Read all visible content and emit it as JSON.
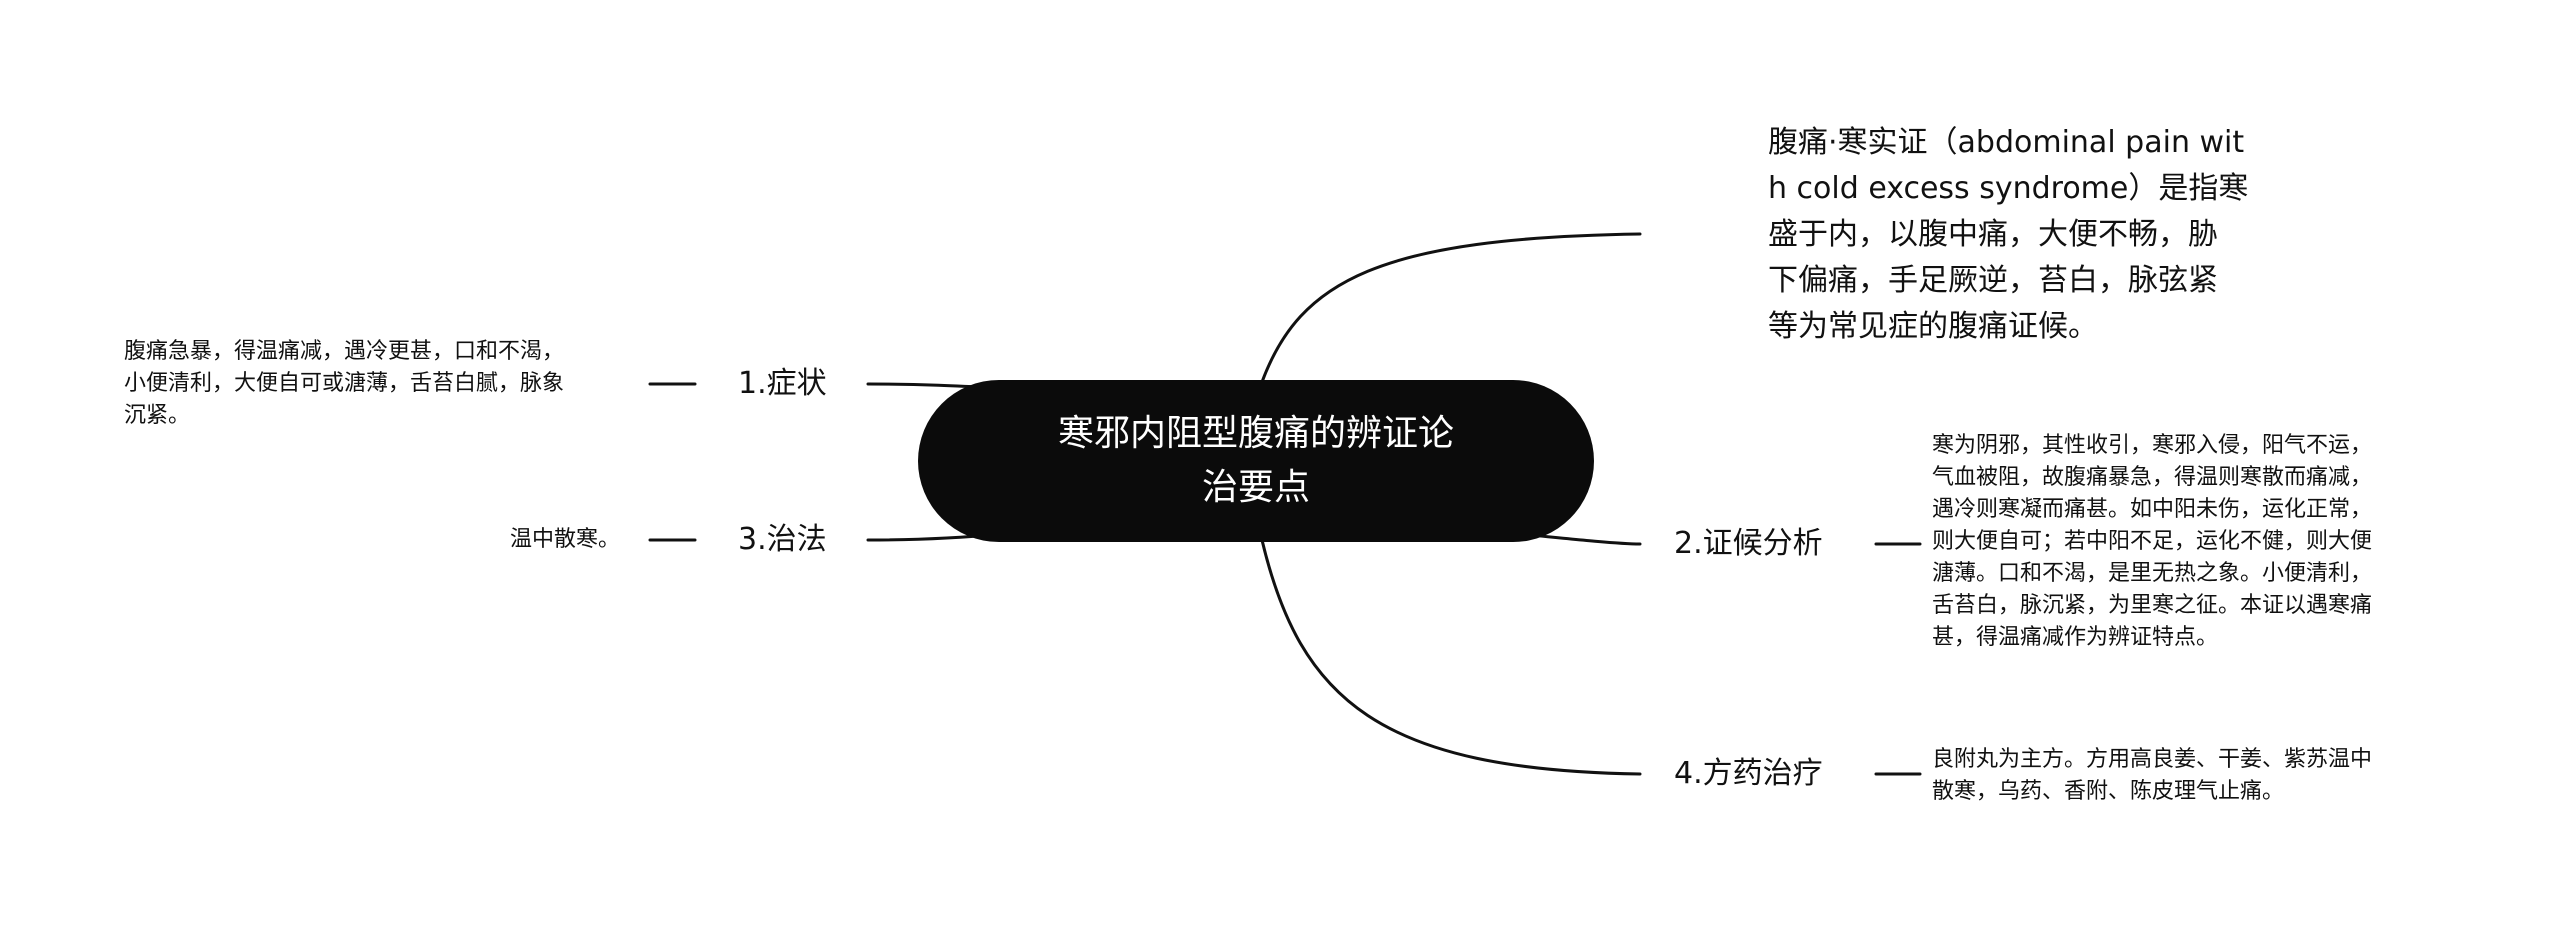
{
  "mindmap": {
    "central_topic": "寒邪内阻型腹痛的辨证论\n治要点",
    "intro_text": "腹痛·寒实证（abdominal pain wit\nh cold excess syndrome）是指寒\n盛于内，以腹中痛，大便不畅，胁\n下偏痛，手足厥逆，苔白，脉弦紧\n等为常见症的腹痛证候。",
    "branches": [
      {
        "label": "1.症状",
        "detail": "腹痛急暴，得温痛减，遇冷更甚，口和不渴，\n小便清利，大便自可或溏薄，舌苔白腻，脉象\n沉紧。"
      },
      {
        "label": "2.证候分析",
        "detail": "寒为阴邪，其性收引，寒邪入侵，阳气不运，\n气血被阻，故腹痛暴急，得温则寒散而痛减，\n遇冷则寒凝而痛甚。如中阳未伤，运化正常，\n则大便自可；若中阳不足，运化不健，则大便\n溏薄。口和不渴，是里无热之象。小便清利，\n舌苔白，脉沉紧，为里寒之征。本证以遇寒痛\n甚，得温痛减作为辨证特点。"
      },
      {
        "label": "3.治法",
        "detail": "温中散寒。"
      },
      {
        "label": "4.方药治疗",
        "detail": "良附丸为主方。方用高良姜、干姜、紫苏温中\n散寒，乌药、香附、陈皮理气止痛。"
      }
    ]
  }
}
